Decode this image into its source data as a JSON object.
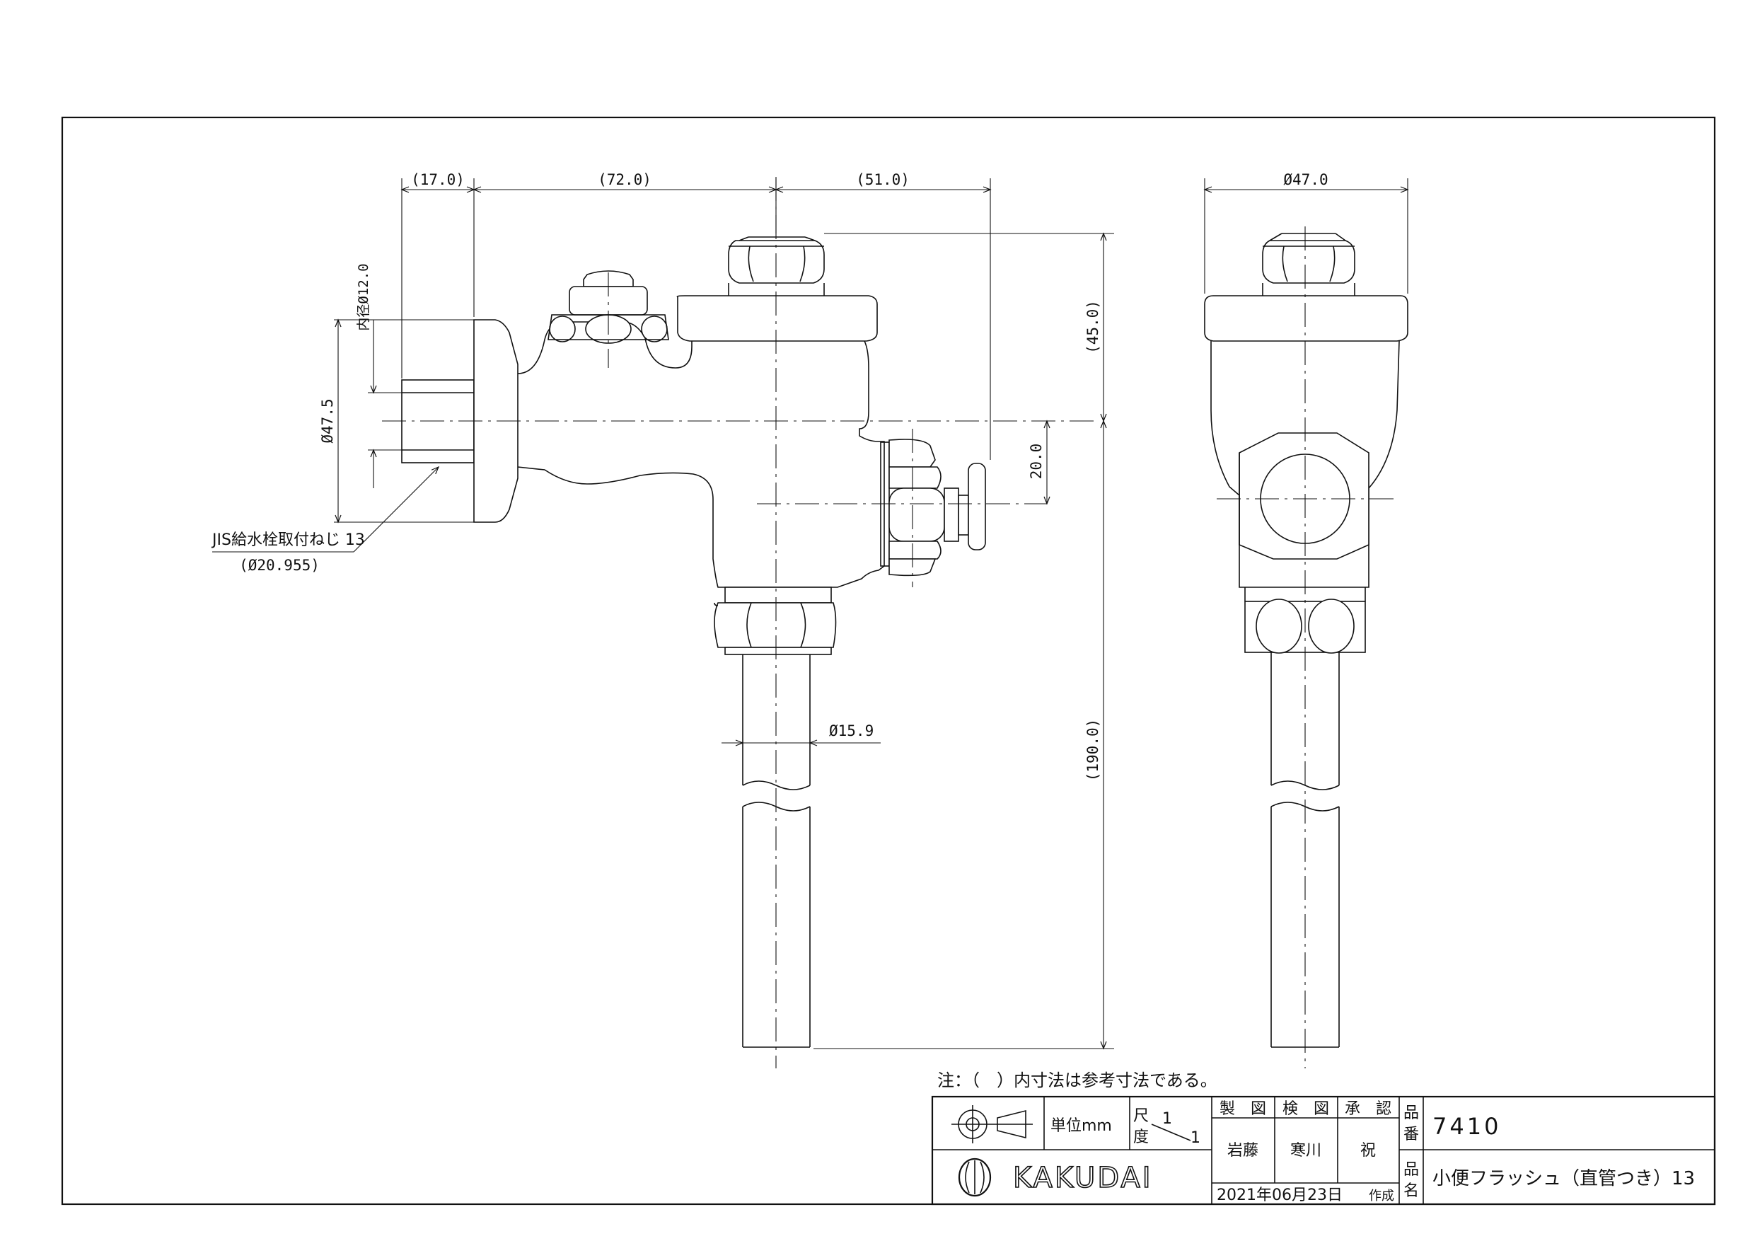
{
  "dimensions": {
    "d17": "(17.0)",
    "d72": "(72.0)",
    "d51": "(51.0)",
    "d47_right": "Ø47.0",
    "inner12": "内径Ø12.0",
    "d47_5": "Ø47.5",
    "d45": "(45.0)",
    "d20": "20.0",
    "d190": "(190.0)",
    "d15_9": "Ø15.9",
    "jis_thread": "JIS給水栓取付ねじ 13",
    "jis_dia": "(Ø20.955)"
  },
  "note": "注：（　）内寸法は参考寸法である。",
  "title_block": {
    "unit_label": "単位mm",
    "scale_label_top": "尺",
    "scale_label_bottom": "度",
    "scale_num": "1",
    "scale_den": "1",
    "logo_text": "KAKUDAI",
    "made_header": "製　図",
    "checked_header": "検　図",
    "approved_header": "承　認",
    "made_by": "岩藤",
    "checked_by": "寒川",
    "approved_by": "祝",
    "date": "2021年06月23日",
    "date_suffix": "作成",
    "part_no_label_1": "品",
    "part_no_label_2": "番",
    "part_no": "7410",
    "part_name_label_1": "品",
    "part_name_label_2": "名",
    "part_name": "小便フラッシュ（直管つき）13"
  }
}
